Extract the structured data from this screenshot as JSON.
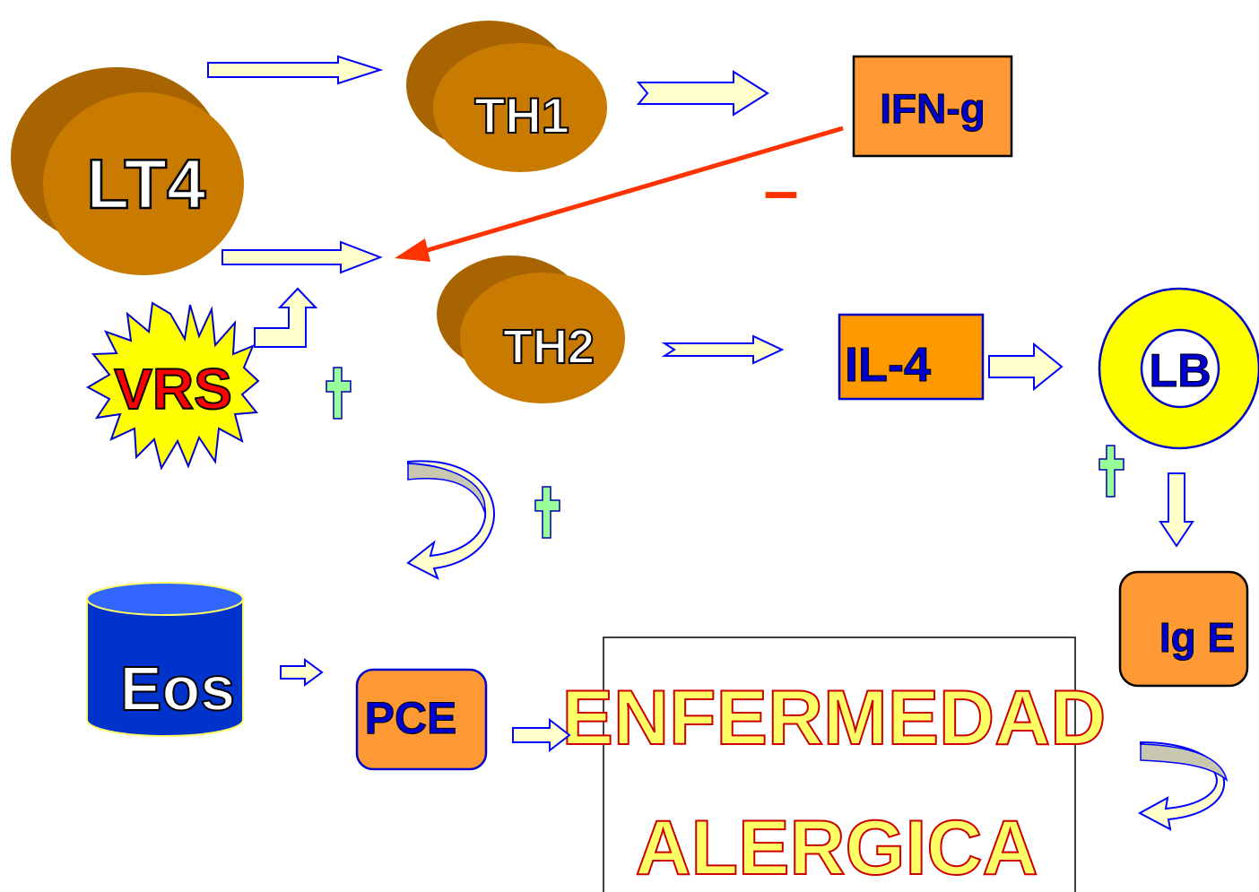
{
  "nodes": {
    "lt4": "LT4",
    "th1": "TH1",
    "th2": "TH2",
    "vrs": "VRS",
    "ifng": "IFN-g",
    "il4": "IL-4",
    "lb": "LB",
    "ige": "Ig E",
    "eos": "Eos",
    "pce": "PCE",
    "disease_line1": "ENFERMEDAD",
    "disease_line2": "ALERGICA"
  },
  "signs": {
    "inhibit": "–"
  },
  "colors": {
    "cell_brown": "#c97a00",
    "cell_brown_dark": "#a86400",
    "box_orange": "#ff9933",
    "arrow_fill": "#ffffcc",
    "arrow_stroke": "#0000ff",
    "inhibit_red": "#ff3300",
    "plus_green": "#99ff99",
    "lb_yellow": "#ffff00",
    "eos_blue": "#0033cc",
    "disease_text": "#ffff66",
    "disease_outline": "#cc0000",
    "vrs_red": "#ff0000"
  },
  "icons": [
    "plus-icon",
    "curved-arrow-icon",
    "block-arrow-icon",
    "starburst-icon",
    "cylinder-icon"
  ]
}
